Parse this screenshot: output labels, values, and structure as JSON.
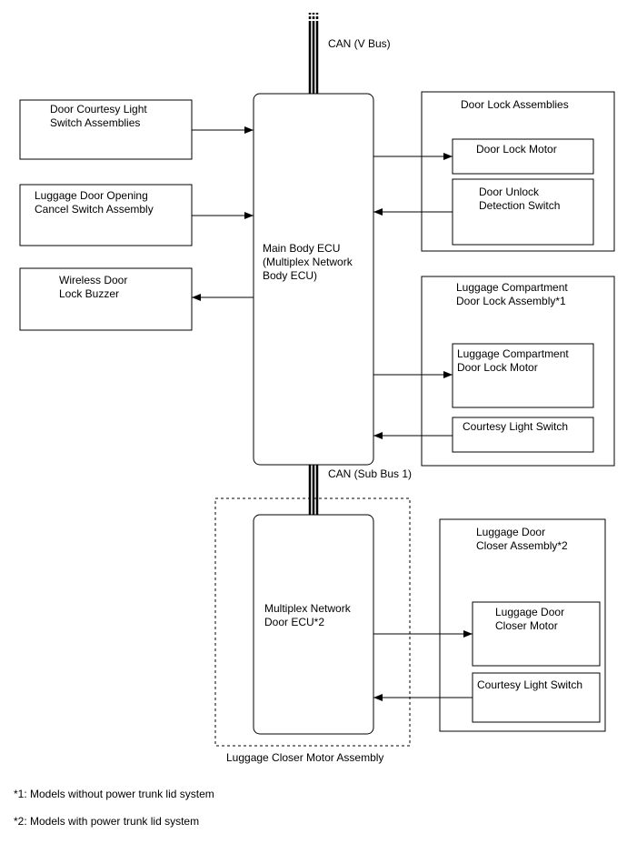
{
  "labels": {
    "can_v_bus": "CAN (V Bus)",
    "can_sub_bus": "CAN (Sub Bus 1)",
    "door_courtesy": "Door Courtesy Light\nSwitch Assemblies",
    "luggage_opening_cancel": "Luggage Door Opening\nCancel Switch Assembly",
    "wireless_buzzer": "Wireless Door\nLock Buzzer",
    "main_body_ecu": "Main Body ECU\n(Multiplex Network\nBody ECU)",
    "door_lock_assemblies": "Door Lock Assemblies",
    "door_lock_motor": "Door Lock Motor",
    "door_unlock_detection": "Door Unlock\nDetection Switch",
    "luggage_compartment_assembly": "Luggage Compartment\nDoor Lock Assembly*1",
    "luggage_compartment_motor": "Luggage Compartment\nDoor Lock Motor",
    "courtesy_light_switch_1": "Courtesy Light Switch",
    "multiplex_door_ecu": "Multiplex Network\nDoor ECU*2",
    "luggage_closer_motor_assembly": "Luggage Closer Motor Assembly",
    "luggage_door_closer_assembly": "Luggage Door\nCloser Assembly*2",
    "luggage_door_closer_motor": "Luggage Door\nCloser Motor",
    "courtesy_light_switch_2": "Courtesy Light Switch"
  },
  "notes": [
    "*1: Models without power trunk lid system",
    "*2: Models with power trunk lid system"
  ]
}
